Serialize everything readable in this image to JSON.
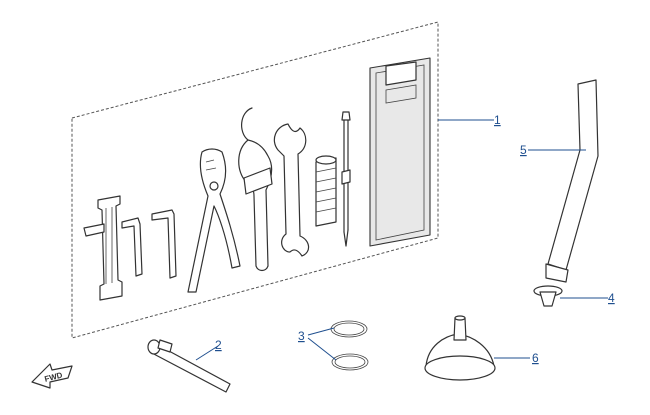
{
  "diagram": {
    "callouts": [
      {
        "id": "c1",
        "label": "1"
      },
      {
        "id": "c2",
        "label": "2"
      },
      {
        "id": "c3",
        "label": "3"
      },
      {
        "id": "c4",
        "label": "4"
      },
      {
        "id": "c5",
        "label": "5"
      },
      {
        "id": "c6",
        "label": "6"
      }
    ],
    "fwd_label": "FWD"
  }
}
